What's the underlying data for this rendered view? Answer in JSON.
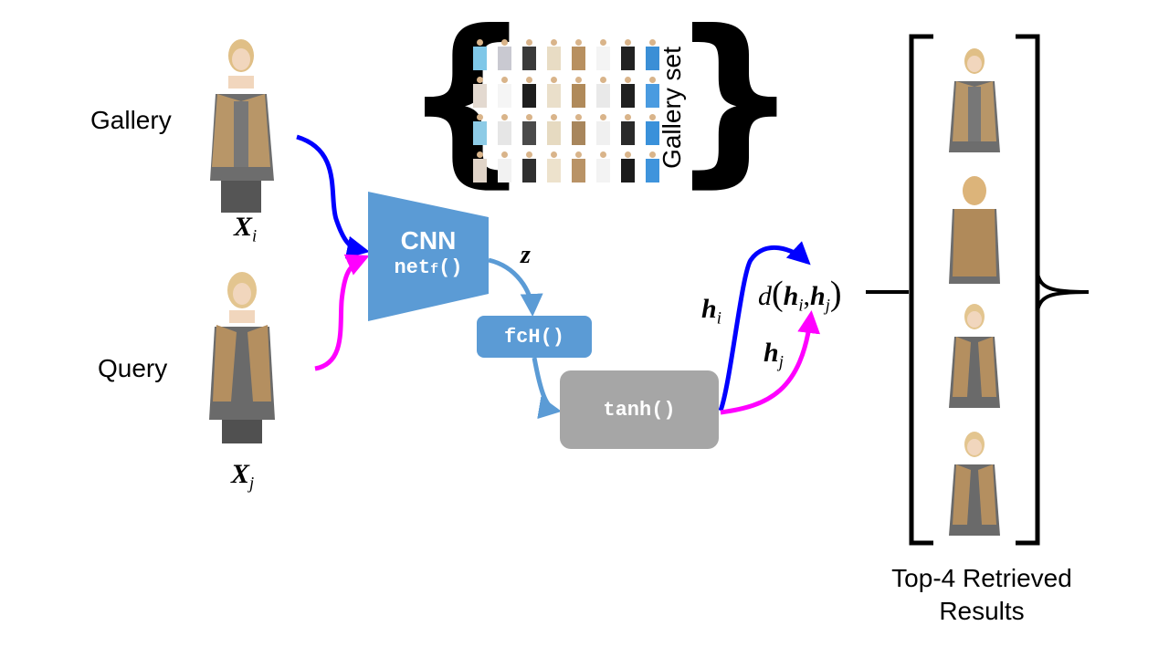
{
  "labels": {
    "gallery": "Gallery",
    "query": "Query",
    "gallery_set": "Gallery set",
    "top4": "Top-4 Retrieved",
    "results": "Results"
  },
  "math": {
    "xi_main": "X",
    "xi_sub": "i",
    "xj_main": "X",
    "xj_sub": "j",
    "z": "z",
    "hi_main": "h",
    "hi_sub": "i",
    "hj_main": "h",
    "hj_sub": "j",
    "dist_d": "d",
    "dist_open": "(",
    "dist_h1": "h",
    "dist_i": "i",
    "dist_comma": ",",
    "dist_h2": "h",
    "dist_j": "j",
    "dist_close": ")"
  },
  "nodes": {
    "cnn_title": "CNN",
    "cnn_fn_main": "net",
    "cnn_fn_sub": "f",
    "cnn_fn_paren": "()",
    "fch": "fcH()",
    "tanh": "tanh()"
  },
  "colors": {
    "blue_box": "#5b9bd5",
    "gray_box": "#a6a6a6",
    "arrow_gallery": "#0000ff",
    "arrow_query": "#ff00ff",
    "arrow_flow": "#5b9bd5"
  },
  "gallery_grid": {
    "rows": [
      [
        "#7fc7e8",
        "#c9c9d1",
        "#3a3a3a",
        "#e8dcc4",
        "#b89060",
        "#f4f4f4",
        "#222222",
        "#3b8fd6"
      ],
      [
        "#e3d9d0",
        "#f5f5f5",
        "#1e1e1e",
        "#eadfca",
        "#b08a5a",
        "#e9e9e9",
        "#202020",
        "#4a9be0"
      ],
      [
        "#8dcbe6",
        "#e6e6e6",
        "#4a4a4a",
        "#e6dac1",
        "#a8865c",
        "#f0f0f0",
        "#2a2a2a",
        "#3a91da"
      ],
      [
        "#e0d4c8",
        "#f2f2f2",
        "#303030",
        "#ede2cc",
        "#b99366",
        "#f3f3f3",
        "#1c1c1c",
        "#3f94dc"
      ]
    ]
  }
}
